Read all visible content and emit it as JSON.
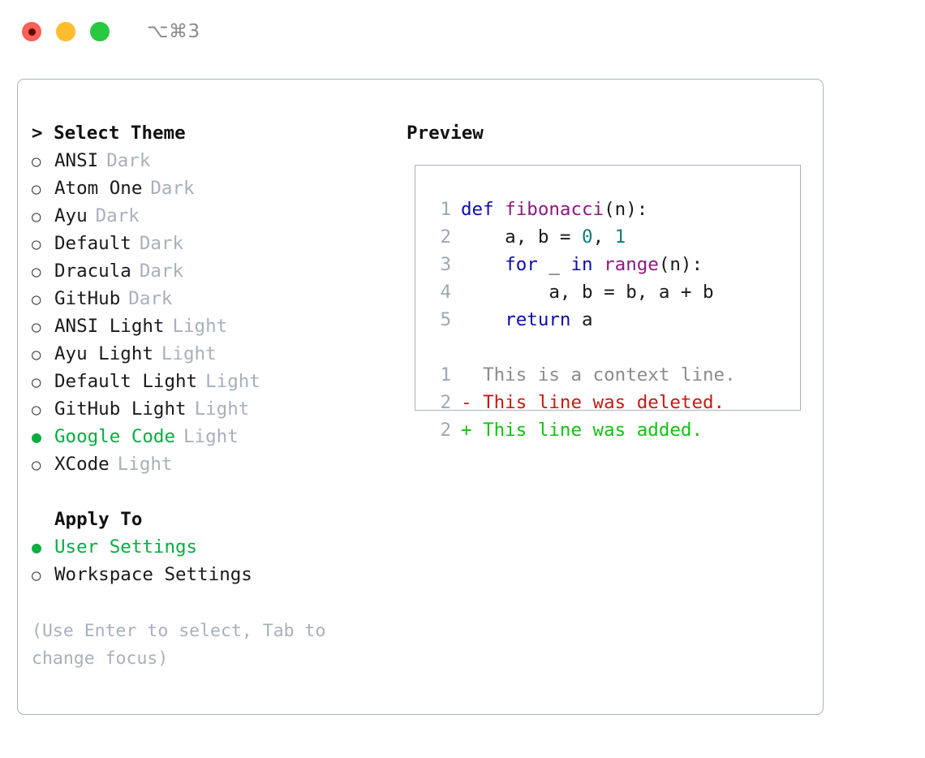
{
  "titlebar": {
    "lights": [
      {
        "name": "close-button",
        "color": "#ff6058"
      },
      {
        "name": "minimize-button",
        "color": "#ffbd2e"
      },
      {
        "name": "maximize-button",
        "color": "#28c840"
      }
    ],
    "shortcut": "⌥⌘3"
  },
  "theme_picker": {
    "heading": "> Select Theme",
    "items": [
      {
        "bullet": "○",
        "label": "ANSI",
        "tag": "Dark",
        "selected": false
      },
      {
        "bullet": "○",
        "label": "Atom One",
        "tag": "Dark",
        "selected": false
      },
      {
        "bullet": "○",
        "label": "Ayu",
        "tag": "Dark",
        "selected": false
      },
      {
        "bullet": "○",
        "label": "Default",
        "tag": "Dark",
        "selected": false
      },
      {
        "bullet": "○",
        "label": "Dracula",
        "tag": "Dark",
        "selected": false
      },
      {
        "bullet": "○",
        "label": "GitHub",
        "tag": "Dark",
        "selected": false
      },
      {
        "bullet": "○",
        "label": "ANSI Light",
        "tag": "Light",
        "selected": false
      },
      {
        "bullet": "○",
        "label": "Ayu Light",
        "tag": "Light",
        "selected": false
      },
      {
        "bullet": "○",
        "label": "Default Light",
        "tag": "Light",
        "selected": false
      },
      {
        "bullet": "○",
        "label": "GitHub Light",
        "tag": "Light",
        "selected": false
      },
      {
        "bullet": "●",
        "label": "Google Code",
        "tag": "Light",
        "selected": true
      },
      {
        "bullet": "○",
        "label": "XCode",
        "tag": "Light",
        "selected": false
      }
    ]
  },
  "apply_to": {
    "heading": "Apply To",
    "items": [
      {
        "bullet": "●",
        "label": "User Settings",
        "tag": "",
        "selected": true
      },
      {
        "bullet": "○",
        "label": "Workspace Settings",
        "tag": "",
        "selected": false
      }
    ]
  },
  "hint": "(Use Enter to select, Tab to change focus)",
  "preview": {
    "title": "Preview",
    "code_lines": [
      {
        "no": "1",
        "segments": [
          {
            "t": "def ",
            "c": "tk-kw"
          },
          {
            "t": "fibonacci",
            "c": "tk-fn"
          },
          {
            "t": "(n):",
            "c": "tk-txt"
          }
        ]
      },
      {
        "no": "2",
        "segments": [
          {
            "t": "    a, b = ",
            "c": "tk-txt"
          },
          {
            "t": "0",
            "c": "tk-num"
          },
          {
            "t": ", ",
            "c": "tk-txt"
          },
          {
            "t": "1",
            "c": "tk-num"
          }
        ]
      },
      {
        "no": "3",
        "segments": [
          {
            "t": "    ",
            "c": "tk-txt"
          },
          {
            "t": "for",
            "c": "tk-kw"
          },
          {
            "t": " _ ",
            "c": "tk-txt"
          },
          {
            "t": "in",
            "c": "tk-kw"
          },
          {
            "t": " ",
            "c": "tk-txt"
          },
          {
            "t": "range",
            "c": "tk-fn"
          },
          {
            "t": "(n):",
            "c": "tk-txt"
          }
        ]
      },
      {
        "no": "4",
        "segments": [
          {
            "t": "        a, b = b, a + b",
            "c": "tk-txt"
          }
        ]
      },
      {
        "no": "5",
        "segments": [
          {
            "t": "    ",
            "c": "tk-txt"
          },
          {
            "t": "return",
            "c": "tk-kw"
          },
          {
            "t": " a",
            "c": "tk-txt"
          }
        ]
      }
    ],
    "diff_lines": [
      {
        "no": "1",
        "segments": [
          {
            "t": "  This is a context line.",
            "c": "tk-ctx"
          }
        ]
      },
      {
        "no": "2",
        "segments": [
          {
            "t": "- This line was deleted.",
            "c": "tk-del"
          }
        ]
      },
      {
        "no": "2",
        "segments": [
          {
            "t": "+ This line was added.",
            "c": "tk-add"
          }
        ]
      }
    ]
  },
  "colors": {
    "accent_green": "#07ae41",
    "muted": "#a8b0bb",
    "border": "#a9b3c1",
    "keyword": "#0d0da8",
    "function": "#8a1b7e",
    "number": "#0f7e78",
    "diff_added": "#12c112",
    "diff_deleted": "#c61a12"
  }
}
